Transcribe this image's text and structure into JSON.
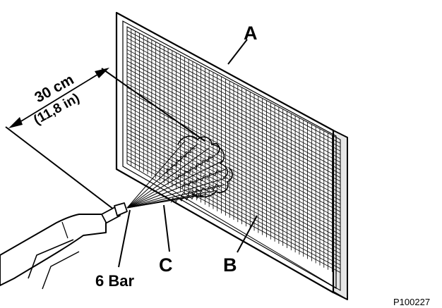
{
  "labels": {
    "a": "A",
    "b": "B",
    "c": "C",
    "pressure": "6 Bar",
    "distance_metric": "30 cm",
    "distance_imperial": "(11,8 in)",
    "figure_code": "P100227"
  },
  "colors": {
    "ink": "#000000",
    "paper": "#ffffff",
    "frame_side": "#e6e6e6"
  }
}
